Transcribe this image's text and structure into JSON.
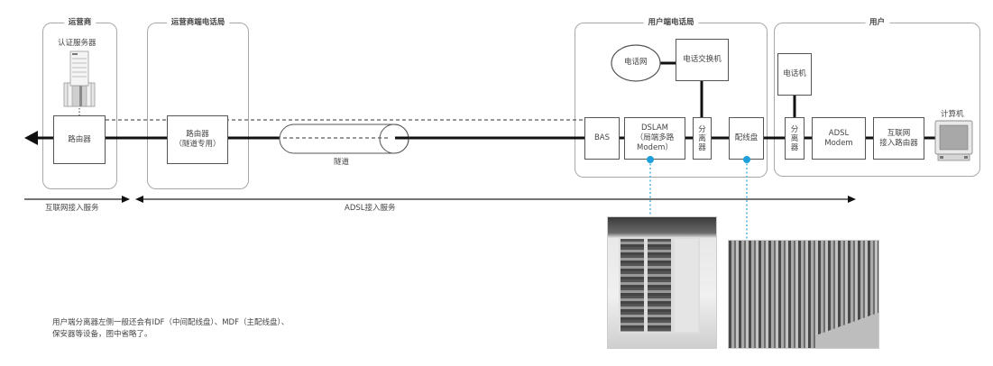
{
  "groups": {
    "isp": "运营商",
    "isp_office": "运营商端电话局",
    "user_office": "用户端电话局",
    "user": "用户"
  },
  "isp": {
    "auth_server_label": "认证服务器",
    "router_label": "路由器"
  },
  "isp_office": {
    "router_line1": "路由器",
    "router_line2": "（隧道专用）"
  },
  "tunnel_label": "隧道",
  "user_office": {
    "phone_network": "电话网",
    "phone_switch": "电话交换机",
    "bas": "BAS",
    "dslam": [
      "DSLAM",
      "（局端多路",
      "Modem）"
    ],
    "splitter": [
      "分",
      "离",
      "器"
    ],
    "distribution_frame": "配线盘"
  },
  "user": {
    "telephone": "电话机",
    "splitter": [
      "分",
      "离",
      "器"
    ],
    "modem": [
      "ADSL",
      "Modem"
    ],
    "router": [
      "互联网",
      "接入路由器"
    ],
    "computer": "计算机"
  },
  "services": {
    "internet": "互联网接入服务",
    "adsl": "ADSL接入服务"
  },
  "note": [
    "用户端分离器左侧一般还会有IDF（中间配线盘）、MDF（主配线盘）、",
    "保安器等设备，图中省略了。"
  ],
  "colors": {
    "accent": "#1e9fdc",
    "line": "#111111",
    "border": "#a8a8a8"
  }
}
